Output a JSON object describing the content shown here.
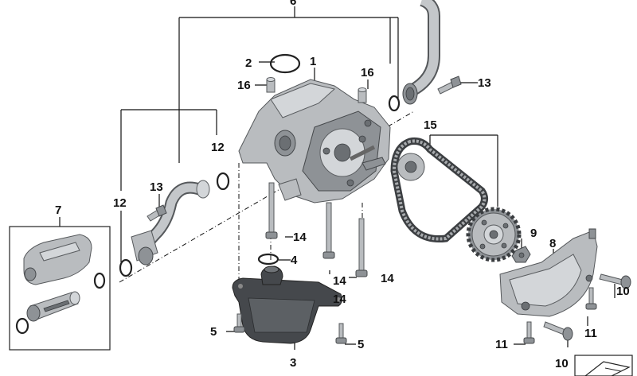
{
  "callouts": {
    "c1": "1",
    "c2": "2",
    "c3": "3",
    "c4": "4",
    "c5a": "5",
    "c5b": "5",
    "c6": "6",
    "c7": "7",
    "c8": "8",
    "c9": "9",
    "c10a": "10",
    "c10b": "10",
    "c11a": "11",
    "c11b": "11",
    "c12a": "12",
    "c12b": "12",
    "c13a": "13",
    "c13b": "13",
    "c14a": "14",
    "c14b": "14",
    "c14c": "14",
    "c14d": "14",
    "c15": "15",
    "c16a": "16",
    "c16b": "16"
  },
  "colors": {
    "metal": "#b9bcbf",
    "dark_part": "#45484c",
    "line": "#111111"
  }
}
